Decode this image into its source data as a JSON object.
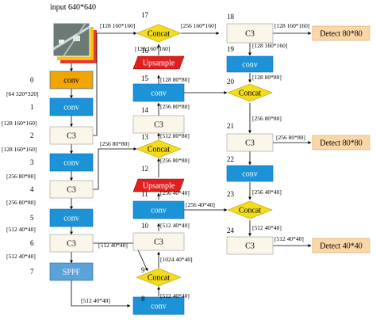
{
  "input": {
    "label": "input 640*640"
  },
  "colors": {
    "conv": "#1b93d6",
    "c3": "#fbf6ea",
    "concat": "#f2dc1c",
    "upsample": "#e02020",
    "sppf": "#5ba2d6",
    "first_conv": "#f0a500",
    "detect": "#fbd7a8",
    "image_bg": "#6b7b73"
  },
  "blocks": [
    {
      "id": "b0",
      "index": "0",
      "label": "conv",
      "kind": "first_conv"
    },
    {
      "id": "b1",
      "index": "1",
      "label": "conv",
      "kind": "conv"
    },
    {
      "id": "b2",
      "index": "2",
      "label": "C3",
      "kind": "c3"
    },
    {
      "id": "b3",
      "index": "3",
      "label": "conv",
      "kind": "conv"
    },
    {
      "id": "b4",
      "index": "4",
      "label": "C3",
      "kind": "c3"
    },
    {
      "id": "b5",
      "index": "5",
      "label": "conv",
      "kind": "conv"
    },
    {
      "id": "b6",
      "index": "6",
      "label": "C3",
      "kind": "c3"
    },
    {
      "id": "b7",
      "index": "7",
      "label": "SPPF",
      "kind": "sppf"
    },
    {
      "id": "b8",
      "index": "8",
      "label": "conv",
      "kind": "conv"
    },
    {
      "id": "b9",
      "index": "9",
      "label": "Concat",
      "kind": "concat"
    },
    {
      "id": "b10",
      "index": "10",
      "label": "C3",
      "kind": "c3"
    },
    {
      "id": "b11",
      "index": "11",
      "label": "conv",
      "kind": "conv"
    },
    {
      "id": "b12",
      "index": "12",
      "label": "Upsample",
      "kind": "upsample"
    },
    {
      "id": "b13",
      "index": "13",
      "label": "Concat",
      "kind": "concat"
    },
    {
      "id": "b14",
      "index": "14",
      "label": "C3",
      "kind": "c3"
    },
    {
      "id": "b15",
      "index": "15",
      "label": "conv",
      "kind": "conv"
    },
    {
      "id": "b16",
      "index": "16",
      "label": "Upsample",
      "kind": "upsample"
    },
    {
      "id": "b17",
      "index": "17",
      "label": "Concat",
      "kind": "concat"
    },
    {
      "id": "b18",
      "index": "18",
      "label": "C3",
      "kind": "c3"
    },
    {
      "id": "b19",
      "index": "19",
      "label": "conv",
      "kind": "conv"
    },
    {
      "id": "b20",
      "index": "20",
      "label": "Concat",
      "kind": "concat"
    },
    {
      "id": "b21",
      "index": "21",
      "label": "C3",
      "kind": "c3"
    },
    {
      "id": "b22",
      "index": "22",
      "label": "conv",
      "kind": "conv"
    },
    {
      "id": "b23",
      "index": "23",
      "label": "Concat",
      "kind": "concat"
    },
    {
      "id": "b24",
      "index": "24",
      "label": "C3",
      "kind": "c3"
    }
  ],
  "detect": [
    {
      "id": "d1",
      "label": "Detect 80*80"
    },
    {
      "id": "d2",
      "label": "Detect 80*80"
    },
    {
      "id": "d3",
      "label": "Detect 40*40"
    }
  ],
  "dims": [
    {
      "id": "t0",
      "text": "[64 320*320]"
    },
    {
      "id": "t1",
      "text": "[128 160*160]"
    },
    {
      "id": "t2",
      "text": "[128 160*160]"
    },
    {
      "id": "t3",
      "text": "[256 80*80]"
    },
    {
      "id": "t4",
      "text": "[256 80*80]"
    },
    {
      "id": "t5",
      "text": "[512 40*40]"
    },
    {
      "id": "t6",
      "text": "[512 40*40]"
    },
    {
      "id": "t7",
      "text": "[512 40*40]"
    },
    {
      "id": "t8",
      "text": "[512 40*40]"
    },
    {
      "id": "t9",
      "text": "[512 40*40]"
    },
    {
      "id": "t10",
      "text": "[1024 40*40]"
    },
    {
      "id": "t11",
      "text": "[512 40*40]"
    },
    {
      "id": "t12",
      "text": "[256 40*40]"
    },
    {
      "id": "t13",
      "text": "[256 40*40]"
    },
    {
      "id": "t14",
      "text": "[256 80*80]"
    },
    {
      "id": "t15",
      "text": "[512 80*80]"
    },
    {
      "id": "t16",
      "text": "[256 80*80]"
    },
    {
      "id": "t17",
      "text": "[128 80*80]"
    },
    {
      "id": "t18",
      "text": "[128 160*160]"
    },
    {
      "id": "t19",
      "text": "[128 160*160]"
    },
    {
      "id": "t20",
      "text": "[256 160*160]"
    },
    {
      "id": "t21",
      "text": "[128 160*160]"
    },
    {
      "id": "t22",
      "text": "[128 160*160]"
    },
    {
      "id": "t23",
      "text": "[128 80*80]"
    },
    {
      "id": "t24",
      "text": "[256 80*80]"
    },
    {
      "id": "t25",
      "text": "[256 80*80]"
    },
    {
      "id": "t26",
      "text": "[256 40*40]"
    },
    {
      "id": "t27",
      "text": "[512 40*40]"
    },
    {
      "id": "t28",
      "text": "[512 40*40]"
    }
  ]
}
